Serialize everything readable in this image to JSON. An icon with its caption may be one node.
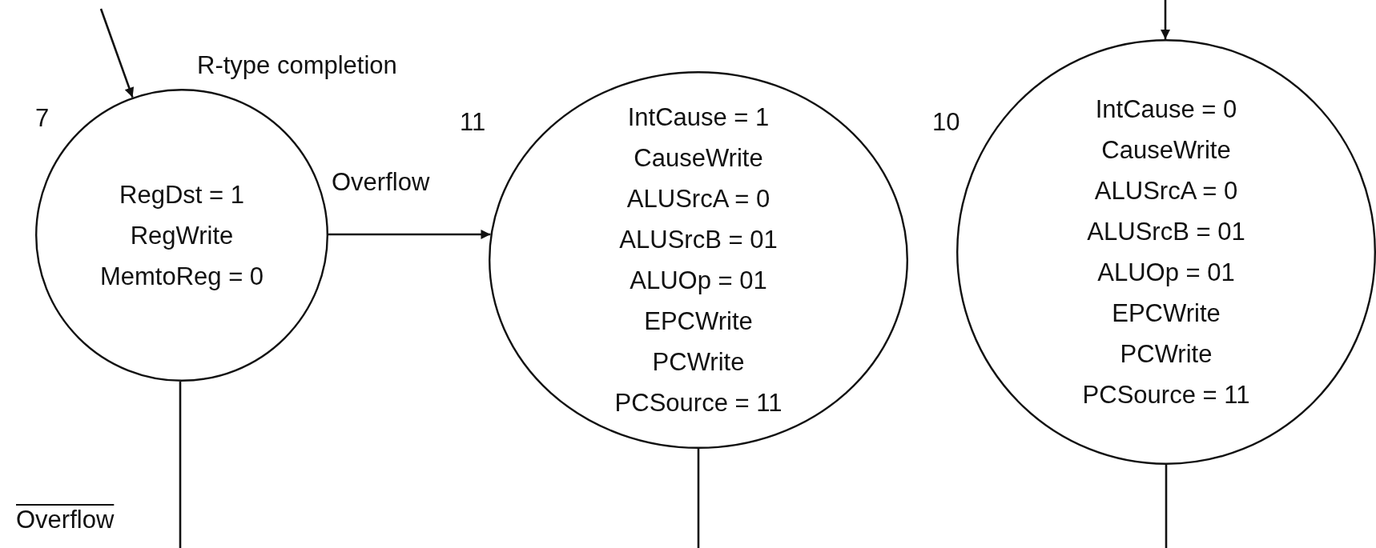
{
  "diagram": {
    "nodes": [
      {
        "text": [
          "RegDst = 1",
          "RegWrite",
          "MemtoReg = 0"
        ],
        "beside": [
          "7",
          "R-type completion"
        ]
      },
      {
        "text": [
          "IntCause = 1",
          "CauseWrite",
          "ALUSrcA = 0",
          "ALUSrcB = 01",
          "ALUOp = 01",
          "EPCWrite",
          "PCWrite",
          "PCSource = 11"
        ],
        "beside": [
          "11"
        ]
      },
      {
        "text": [
          "IntCause = 0",
          "CauseWrite",
          "ALUSrcA = 0",
          "ALUSrcB = 01",
          "ALUOp = 01",
          "EPCWrite",
          "PCWrite",
          "PCSource = 11"
        ],
        "beside": [
          "10"
        ]
      }
    ],
    "edges": [
      {
        "from": null,
        "to": 0,
        "arrow": "to"
      },
      {
        "from": 0,
        "to": 1,
        "arrow": "to",
        "label": "Overflow"
      },
      {
        "from": 0,
        "to": null,
        "arrow": "none",
        "label": "Overflow"
      },
      {
        "from": 1,
        "to": null,
        "arrow": "none"
      },
      {
        "from": null,
        "to": 2,
        "arrow": "to"
      },
      {
        "from": 2,
        "to": null,
        "arrow": "none"
      }
    ]
  }
}
